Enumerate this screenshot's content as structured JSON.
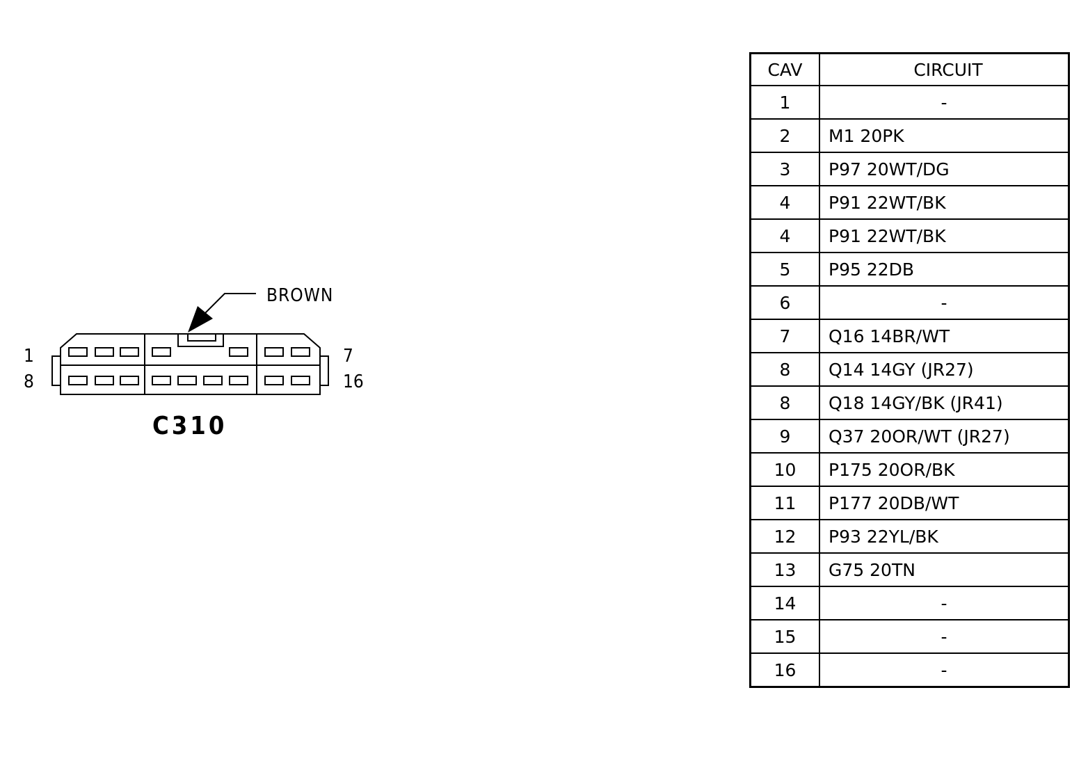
{
  "connector": {
    "name": "C310",
    "color_label": "BROWN",
    "pin_labels": {
      "top_left": "1",
      "bottom_left": "8",
      "top_right": "7",
      "bottom_right": "16"
    }
  },
  "table": {
    "headers": {
      "cav": "CAV",
      "circuit": "CIRCUIT"
    },
    "rows": [
      {
        "cav": "1",
        "circuit": "-"
      },
      {
        "cav": "2",
        "circuit": "M1 20PK"
      },
      {
        "cav": "3",
        "circuit": "P97 20WT/DG"
      },
      {
        "cav": "4",
        "circuit": "P91 22WT/BK"
      },
      {
        "cav": "4",
        "circuit": "P91 22WT/BK"
      },
      {
        "cav": "5",
        "circuit": "P95 22DB"
      },
      {
        "cav": "6",
        "circuit": "-"
      },
      {
        "cav": "7",
        "circuit": "Q16 14BR/WT"
      },
      {
        "cav": "8",
        "circuit": "Q14 14GY (JR27)"
      },
      {
        "cav": "8",
        "circuit": "Q18 14GY/BK (JR41)"
      },
      {
        "cav": "9",
        "circuit": "Q37 20OR/WT (JR27)"
      },
      {
        "cav": "10",
        "circuit": "P175 20OR/BK"
      },
      {
        "cav": "11",
        "circuit": "P177 20DB/WT"
      },
      {
        "cav": "12",
        "circuit": "P93 22YL/BK"
      },
      {
        "cav": "13",
        "circuit": "G75 20TN"
      },
      {
        "cav": "14",
        "circuit": "-"
      },
      {
        "cav": "15",
        "circuit": "-"
      },
      {
        "cav": "16",
        "circuit": "-"
      }
    ]
  }
}
